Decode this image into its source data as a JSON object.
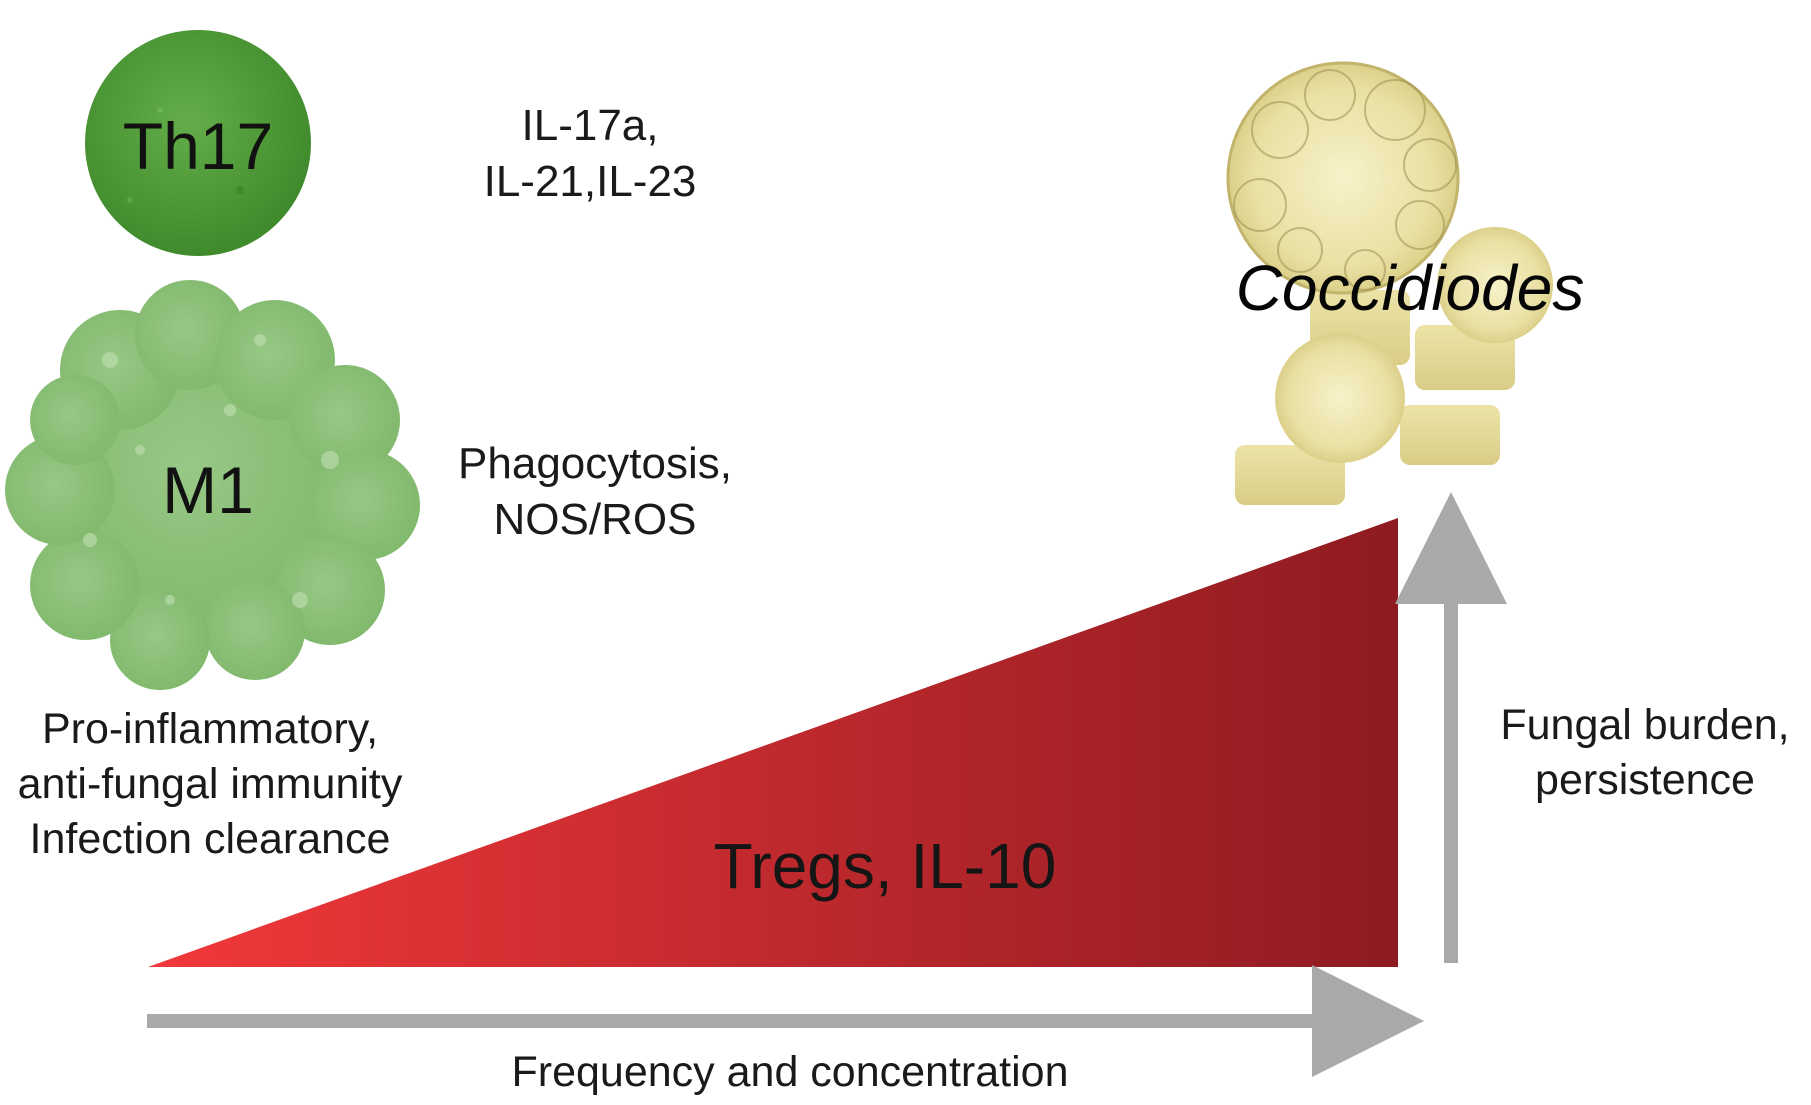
{
  "cells": {
    "th17": {
      "label": "Th17",
      "color": "#4f9a36"
    },
    "m1": {
      "label": "M1",
      "color": "#8ec279"
    }
  },
  "cytokines": {
    "th17_products": [
      "IL-17a,",
      "IL-21,IL-23"
    ],
    "m1_functions": [
      "Phagocytosis,",
      "NOS/ROS"
    ]
  },
  "left_summary": [
    "Pro-inflammatory,",
    "anti-fungal immunity",
    "Infection clearance"
  ],
  "wedge": {
    "label": "Tregs, IL-10",
    "color_start": "#f2383a",
    "color_end": "#8e1b21"
  },
  "pathogen": {
    "label": "Coccidiodes",
    "color": "#e8e0a0"
  },
  "right_axis_label": [
    "Fungal burden,",
    "persistence"
  ],
  "bottom_axis_label": "Frequency and concentration",
  "arrow_color": "#a9a9a9"
}
